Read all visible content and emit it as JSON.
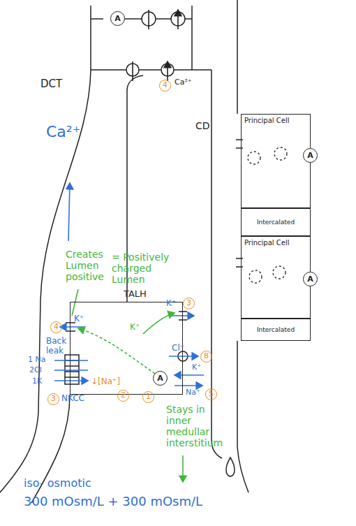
{
  "diagram": {
    "nodes": [
      {
        "text": [
          "A"
        ]
      },
      {
        "text": [
          "Principal Cell"
        ]
      },
      {
        "text": [
          "A"
        ],
        "in": 1
      },
      {
        "text": [
          "Intercalated"
        ]
      },
      {
        "text": [
          "Principal Cell"
        ]
      },
      {
        "text": [
          "A"
        ],
        "in": 4
      },
      {
        "text": [
          "TALH"
        ]
      },
      {
        "text": [
          "A"
        ],
        "in": 6
      },
      {
        "text": [
          "Intercalated"
        ]
      }
    ],
    "labels": [
      "DCT",
      "4",
      "Ca²⁺",
      "Ca²⁺",
      "CD",
      "Creates Lumen positive",
      "= Positively charged Lumen",
      "K⁺",
      "4",
      "Back leak",
      "K⁺",
      "3",
      "K⁺",
      "Cl⁻",
      "8",
      "1 Na",
      "2Cl",
      "1K",
      "3",
      "NKCC",
      "↓[Na⁺]",
      "2",
      "1",
      "K⁺",
      "Na⁺",
      "5",
      "Stays in inner medullar interstitium",
      "iso- osmotic",
      "300 mOsm/L + 300 mOsm/L"
    ]
  }
}
